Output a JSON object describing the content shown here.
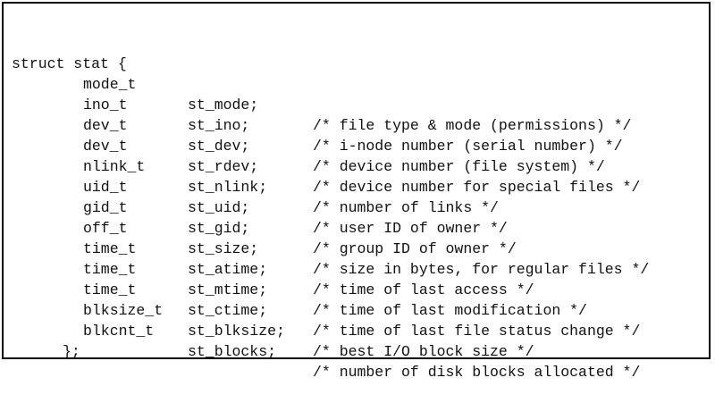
{
  "header": "struct stat {",
  "fields": [
    {
      "type": "mode_t",
      "name": "st_mode;",
      "comment": "/* file type & mode (permissions) */"
    },
    {
      "type": "ino_t",
      "name": "st_ino;",
      "comment": "/* i-node number (serial number) */"
    },
    {
      "type": "dev_t",
      "name": "st_dev;",
      "comment": "/* device number (file system) */"
    },
    {
      "type": "dev_t",
      "name": "st_rdev;",
      "comment": "/* device number for special files */"
    },
    {
      "type": "nlink_t",
      "name": "st_nlink;",
      "comment": "/* number of links */"
    },
    {
      "type": "uid_t",
      "name": "st_uid;",
      "comment": "/* user ID of owner */"
    },
    {
      "type": "gid_t",
      "name": "st_gid;",
      "comment": "/* group ID of owner */"
    },
    {
      "type": "off_t",
      "name": "st_size;",
      "comment": "/* size in bytes, for regular files */"
    },
    {
      "type": "time_t",
      "name": "st_atime;",
      "comment": "/* time of last access */"
    },
    {
      "type": "time_t",
      "name": "st_mtime;",
      "comment": "/* time of last modification */"
    },
    {
      "type": "time_t",
      "name": "st_ctime;",
      "comment": "/* time of last file status change */"
    },
    {
      "type": "blksize_t",
      "name": "st_blksize;",
      "comment": "/* best I/O block size */"
    },
    {
      "type": "blkcnt_t",
      "name": "st_blocks;",
      "comment": "/* number of disk blocks allocated */"
    }
  ],
  "footer": "};"
}
